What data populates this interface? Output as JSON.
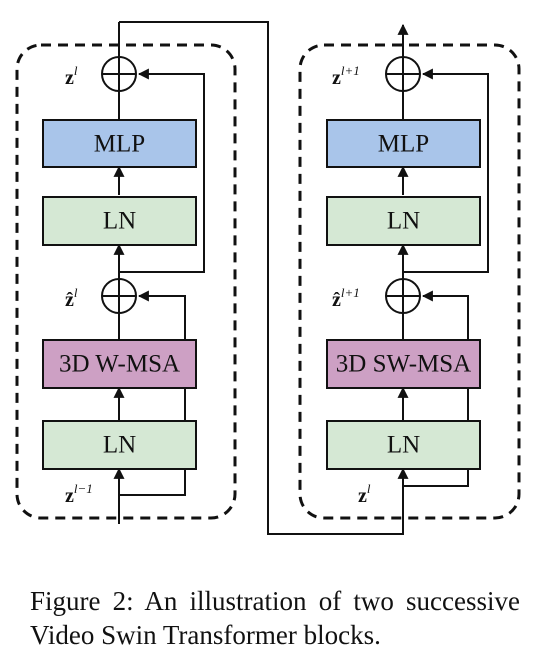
{
  "colors": {
    "mlp": "#a9c5ea",
    "ln": "#d5e8d4",
    "attention": "#cda0c4",
    "stroke": "#111111"
  },
  "blocks": [
    {
      "id": "block-1",
      "output_var": {
        "base": "z",
        "sup": "l"
      },
      "mid_var": {
        "base": "ẑ",
        "sup": "l"
      },
      "input_var": {
        "base": "z",
        "sup": "l−1"
      },
      "mlp_label": "MLP",
      "ln_upper_label": "LN",
      "attention_label": "3D W-MSA",
      "ln_lower_label": "LN"
    },
    {
      "id": "block-2",
      "output_var": {
        "base": "z",
        "sup": "l+1"
      },
      "mid_var": {
        "base": "ẑ",
        "sup": "l+1"
      },
      "input_var": {
        "base": "z",
        "sup": "l"
      },
      "mlp_label": "MLP",
      "ln_upper_label": "LN",
      "attention_label": "3D SW-MSA",
      "ln_lower_label": "LN"
    }
  ],
  "caption": "Figure 2: An illustration of two successive Video Swin Transformer blocks."
}
